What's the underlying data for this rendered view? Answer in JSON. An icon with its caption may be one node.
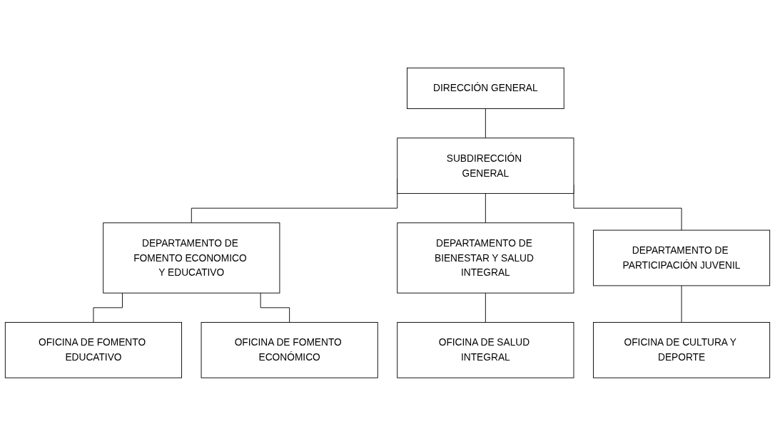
{
  "diagram": {
    "nodes": [
      {
        "text": [
          "DIRECCIÓN GENERAL"
        ]
      },
      {
        "text": [
          "SUBDIRECCIÓN GENERAL"
        ]
      },
      {
        "text": [
          "DEPARTAMENTO DE FOMENTO ECONOMICO Y EDUCATIVO"
        ]
      },
      {
        "text": [
          "DEPARTAMENTO DE BIENESTAR Y SALUD INTEGRAL"
        ]
      },
      {
        "text": [
          "DEPARTAMENTO DE PARTICIPACIÓN JUVENIL"
        ]
      },
      {
        "text": [
          "OFICINA DE FOMENTO EDUCATIVO"
        ]
      },
      {
        "text": [
          "OFICINA DE FOMENTO ECONÓMICO"
        ]
      },
      {
        "text": [
          "OFICINA DE SALUD INTEGRAL"
        ]
      },
      {
        "text": [
          "OFICINA DE CULTURA Y DEPORTE"
        ]
      }
    ],
    "edges": [
      {
        "from": 0,
        "to": 1,
        "arrow": "none"
      },
      {
        "from": 1,
        "to": 2,
        "arrow": "none"
      },
      {
        "from": 1,
        "to": 3,
        "arrow": "none"
      },
      {
        "from": 1,
        "to": 4,
        "arrow": "none"
      },
      {
        "from": 2,
        "to": 5,
        "arrow": "none"
      },
      {
        "from": 2,
        "to": 6,
        "arrow": "none"
      },
      {
        "from": 3,
        "to": 7,
        "arrow": "none"
      },
      {
        "from": 4,
        "to": 8,
        "arrow": "none"
      }
    ]
  }
}
